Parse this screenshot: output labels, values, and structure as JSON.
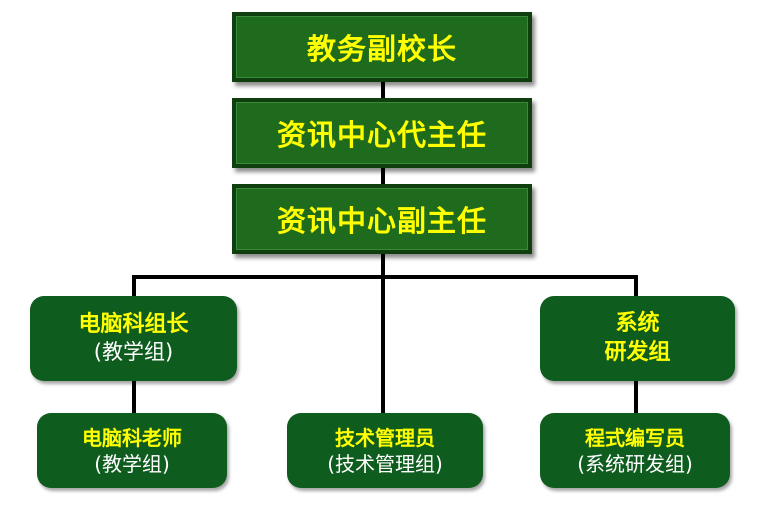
{
  "top": {
    "vice_principal": "教务副校长",
    "acting_director": "资讯中心代主任",
    "deputy_director": "资讯中心副主任"
  },
  "groups": {
    "computer_head": {
      "title": "电脑科组长",
      "sub": "(教学组)"
    },
    "system_dev": {
      "line1": "系统",
      "line2": "研发组"
    },
    "computer_teacher": {
      "title": "电脑科老师",
      "sub": "(教学组)"
    },
    "tech_manager": {
      "title": "技术管理员",
      "sub": "(技术管理组)"
    },
    "programmer": {
      "title": "程式编写员",
      "sub": "(系统研发组)"
    }
  },
  "colors": {
    "top_box_fill": "#1e6b1e",
    "top_box_border": "#0f3e0f",
    "group_box_fill": "#0f5c1f",
    "title_text": "#ffff00",
    "sub_text": "#ffffff",
    "connector": "#000000"
  }
}
